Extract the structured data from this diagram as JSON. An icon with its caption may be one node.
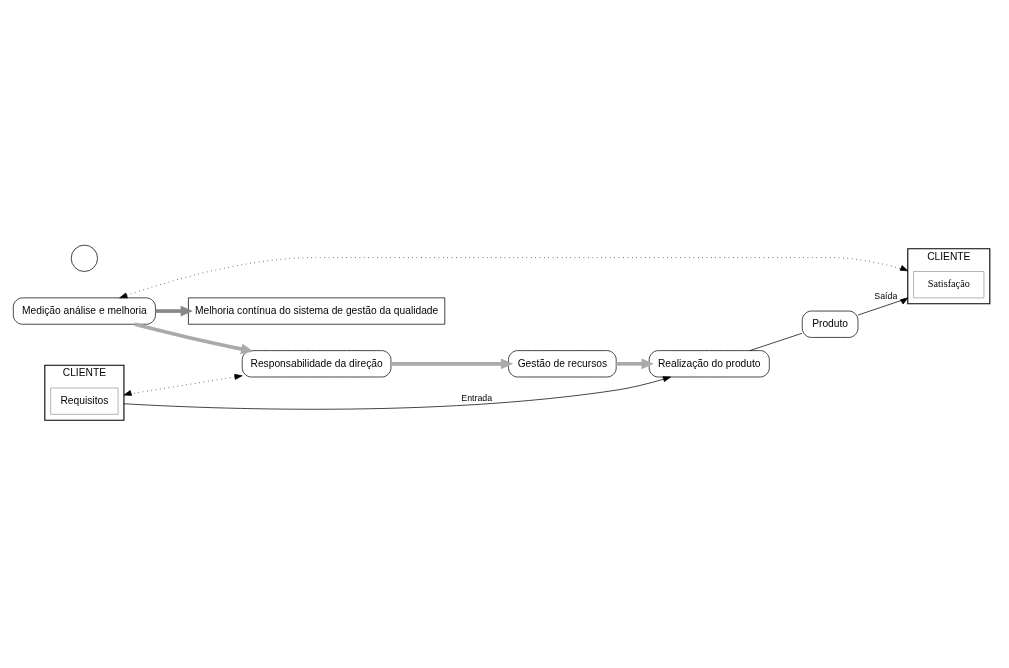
{
  "diagram": {
    "nodes": [
      {
        "text": [
          "Melhoria contínua do sistema de gestão da qualidade"
        ]
      },
      {
        "text": [
          "CLIENTE"
        ]
      },
      {
        "text": [
          "Requisitos"
        ],
        "in": 1
      },
      {
        "text": [],
        "shape": "circle"
      },
      {
        "text": [
          "Responsabilidade da direção"
        ]
      },
      {
        "text": [
          "Gestão de recursos"
        ]
      },
      {
        "text": [
          "Medição análise e melhoria"
        ]
      },
      {
        "text": [
          "Realização do produto"
        ]
      },
      {
        "text": [
          "Produto"
        ]
      },
      {
        "text": [
          "CLIENTE"
        ]
      },
      {
        "text": [
          "Satisfação"
        ],
        "in": 9
      }
    ],
    "edges": [
      {
        "from": 1,
        "to": 4,
        "arrow": "both",
        "style": "dashed"
      },
      {
        "from": 4,
        "to": 5,
        "arrow": "to",
        "style": "thick",
        "color": "#aaaaaa"
      },
      {
        "from": 6,
        "to": 4,
        "arrow": "to",
        "style": "thick",
        "color": "#aaaaaa"
      },
      {
        "from": 6,
        "to": 0,
        "arrow": "to",
        "style": "thick",
        "color": "#888888"
      },
      {
        "from": 6,
        "to": 9,
        "arrow": "both",
        "style": "dashed"
      },
      {
        "from": 5,
        "to": 7,
        "arrow": "to",
        "style": "thick",
        "color": "#aaaaaa"
      },
      {
        "from": 1,
        "to": 7,
        "arrow": "to",
        "label": "Entrada"
      },
      {
        "from": 7,
        "to": 8,
        "arrow": "none"
      },
      {
        "from": 8,
        "to": 9,
        "arrow": "to",
        "label": "Saída"
      }
    ]
  }
}
